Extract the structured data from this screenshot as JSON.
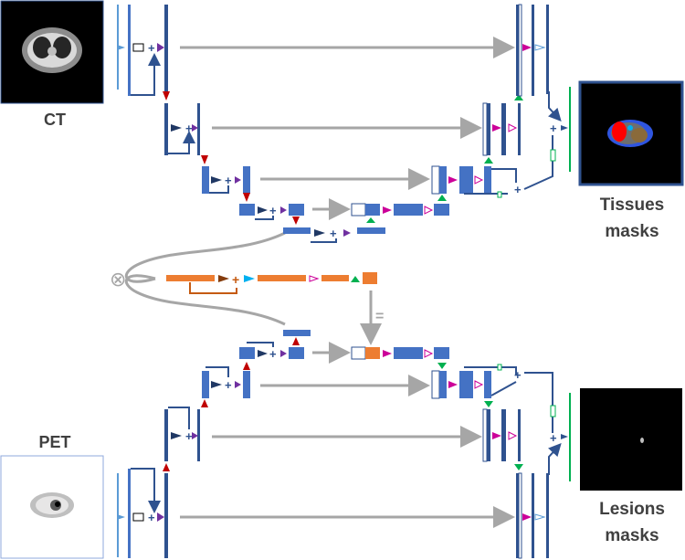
{
  "labels": {
    "ct": "CT",
    "pet": "PET",
    "tissues_line1": "Tissues",
    "tissues_line2": "masks",
    "lesions_line1": "Lesions",
    "lesions_line2": "masks",
    "equals_sign": "=",
    "fusion_symbol": "⊗"
  },
  "colors": {
    "block_blue": "#4472c4",
    "block_dark_blue": "#2f528f",
    "block_orange": "#ed7d31",
    "skip_gray": "#a6a6a6",
    "down_red": "#c00000",
    "up_green": "#00b050",
    "conv_navy": "#203864",
    "pool_purple": "#7030a0",
    "concat_magenta": "#cc0099",
    "input_light_blue": "#5b9bd5",
    "mask_border": "#00b050",
    "image_border_ct": "#2f528f",
    "bottleneck_brown": "#843c0c"
  },
  "icons": {
    "fusion": "circled-times-icon",
    "skip": "gray-arrow-icon",
    "downsample": "red-down-arrow-icon",
    "upsample": "green-up-arrow-icon"
  }
}
